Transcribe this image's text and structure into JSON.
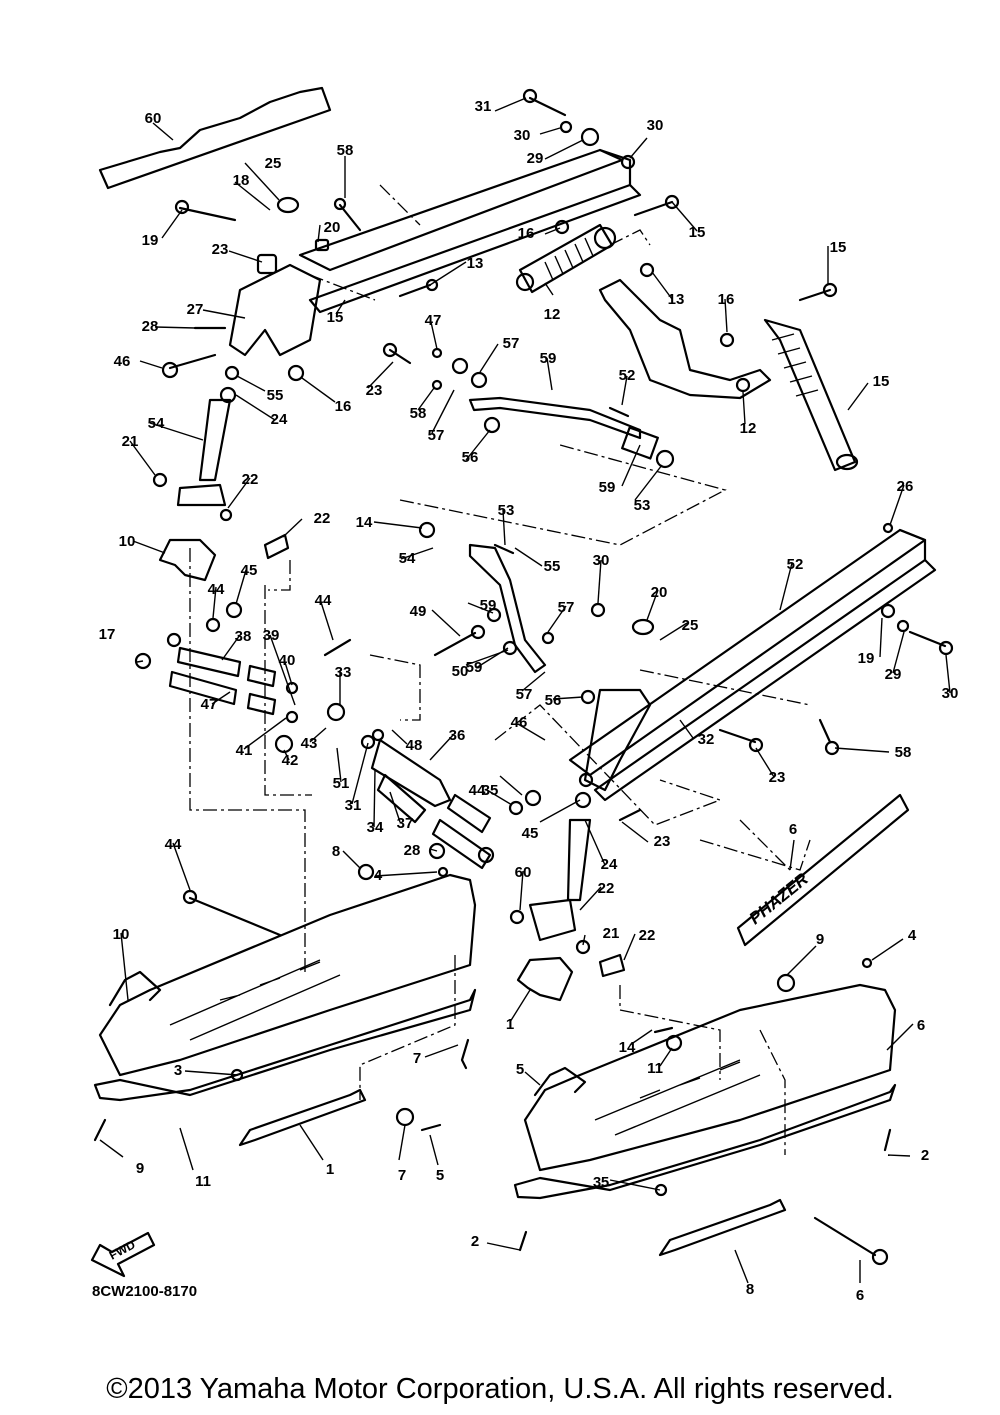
{
  "diagram": {
    "part_code": "8CW2100-8170",
    "fwd_label": "FWD",
    "decal_text": "PHAZER",
    "callouts": [
      "60",
      "31",
      "30",
      "29",
      "30",
      "58",
      "25",
      "18",
      "20",
      "19",
      "23",
      "27",
      "28",
      "46",
      "16",
      "16",
      "15",
      "15",
      "12",
      "13",
      "16",
      "15",
      "12",
      "13",
      "15",
      "47",
      "57",
      "59",
      "52",
      "55",
      "24",
      "23",
      "58",
      "57",
      "56",
      "59",
      "53",
      "54",
      "21",
      "22",
      "22",
      "10",
      "14",
      "54",
      "53",
      "55",
      "52",
      "26",
      "30",
      "20",
      "25",
      "17",
      "44",
      "45",
      "44",
      "49",
      "50",
      "59",
      "57",
      "38",
      "39",
      "40",
      "33",
      "48",
      "59",
      "57",
      "56",
      "47",
      "46",
      "41",
      "43",
      "42",
      "51",
      "36",
      "32",
      "23",
      "58",
      "19",
      "29",
      "30",
      "31",
      "34",
      "37",
      "35",
      "44",
      "45",
      "24",
      "23",
      "28",
      "44",
      "8",
      "4",
      "6",
      "60",
      "22",
      "21",
      "22",
      "10",
      "1",
      "14",
      "11",
      "9",
      "4",
      "6",
      "3",
      "7",
      "5",
      "3",
      "2",
      "9",
      "11",
      "1",
      "7",
      "5",
      "2",
      "8",
      "6",
      "5"
    ]
  },
  "copyright": "©2013 Yamaha Motor Corporation, U.S.A. All rights reserved."
}
